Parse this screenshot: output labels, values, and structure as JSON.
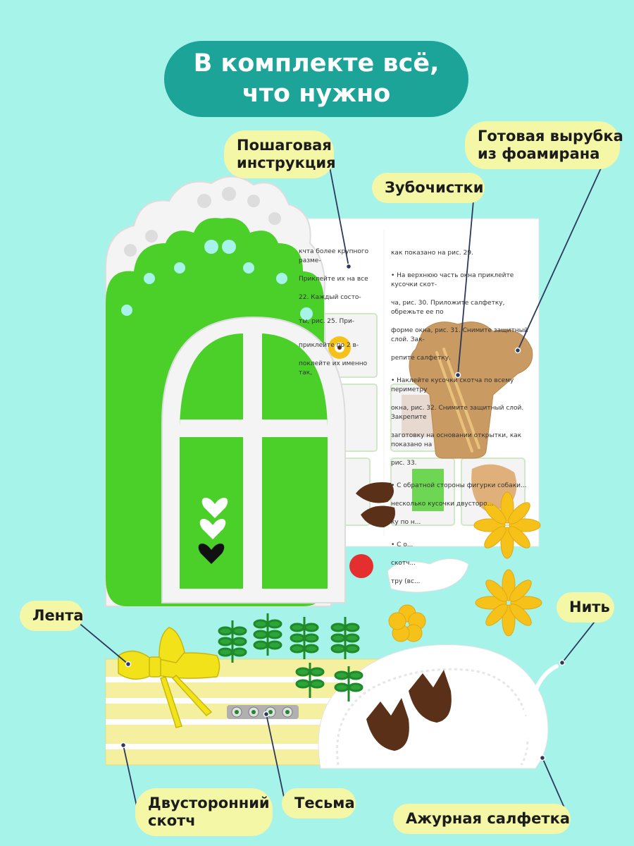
{
  "title": {
    "line1": "В комплекте всё,",
    "line2": "что нужно"
  },
  "labels": {
    "instruction": {
      "line1": "Пошаговая",
      "line2": "инструкция"
    },
    "toothpicks": "Зубочистки",
    "foam_cutout": {
      "line1": "Готовая вырубка",
      "line2": "из фоамирана"
    },
    "ribbon": "Лента",
    "thread": "Нить",
    "double_tape": {
      "line1": "Двусторонний",
      "line2": "скотч"
    },
    "braid": "Тесьма",
    "doily": "Ажурная салфетка"
  },
  "instruction_sheet": {
    "left_column": [
      "кчта более крупного разме-",
      "Приклейте их на все",
      "22. Каждый состо-",
      "ты, рис. 25. При-",
      "приклейте по 2 в-",
      "поклейте их именно так,"
    ],
    "right_column": [
      "как показано на рис. 29.",
      "• На верхнюю часть окна приклейте кусочки скот-",
      "ча, рис. 30. Приложите салфетку, обрежьте ее по",
      "форме окна, рис. 31. Снимите защитный слой. Зак-",
      "репите салфетку.",
      "• Наклейте кусочки скотча по всему периметру",
      "окна, рис. 32. Снимите защитный слой. Закрепите",
      "заготовку на основании открытки, как показано на",
      "рис. 33.",
      "• С обратной стороны фигурки собаки...",
      "несколько кусочки двусторо...",
      "ку по н...",
      "• С о...",
      "скотч...",
      "тру (вс..."
    ]
  },
  "colors": {
    "background": "#a6f3ea",
    "banner": "#1ba497",
    "label_bg": "#f3f7a6",
    "green_foam": "#4bd02a",
    "white_foam": "#f4f4f4",
    "tan_foam": "#c99a62",
    "brown_foam": "#5a3018",
    "yellow_foam": "#f6c21a",
    "red_accent": "#e52f2f",
    "glitter_green": "#1f8a2a",
    "ribbon_yellow": "#f2e21a",
    "tape_yellow": "#f4f0a0"
  }
}
